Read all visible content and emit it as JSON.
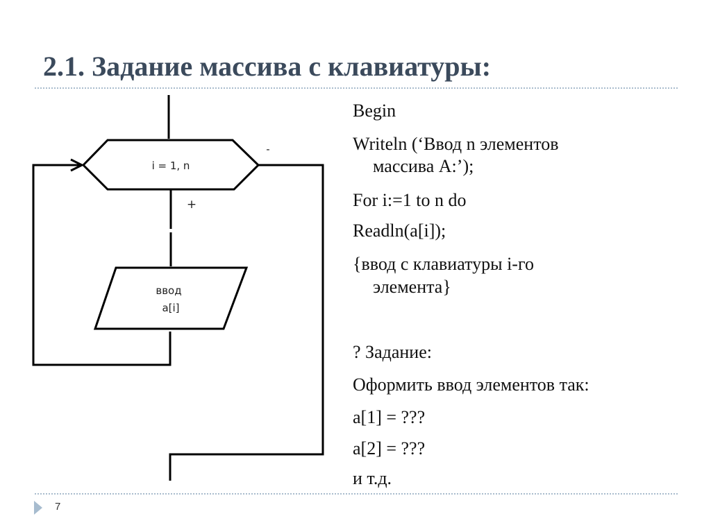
{
  "title": "2.1. Задание массива с клавиатуры:",
  "flowchart": {
    "loop_label": "i = 1, n",
    "input_label_1": "ввод",
    "input_label_2": "a[i]",
    "minus_label": "-",
    "plus_label": "+"
  },
  "code_lines": [
    "Begin",
    "Writeln (‘Ввод n элементов",
    "массива A:’);",
    "For i:=1 to n do",
    "Readln(a[i]);",
    "{ввод с клавиатуры i-го",
    "элемента}"
  ],
  "task_lines": [
    "? Задание:",
    "Оформить  ввод элементов так:",
    "a[1] = ???",
    "a[2] = ???",
    "и т.д."
  ],
  "page_number": "7"
}
